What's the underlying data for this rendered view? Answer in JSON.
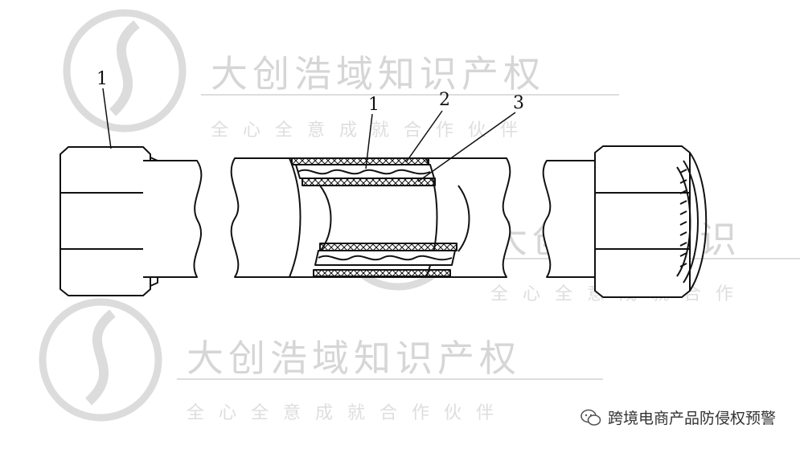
{
  "watermark": {
    "title": "大创浩域知识产权",
    "slogan": "全心全意成就合作伙伴",
    "title_partial": "大创浩域知识",
    "slogan_partial": "全心全意成就合作"
  },
  "part_labels": [
    "1",
    "1",
    "2",
    "3"
  ],
  "footer": {
    "credit": "跨境电商产品防侵权预警"
  },
  "colors": {
    "line": "#111111",
    "watermark": "#d6d6d6",
    "background": "#ffffff"
  }
}
